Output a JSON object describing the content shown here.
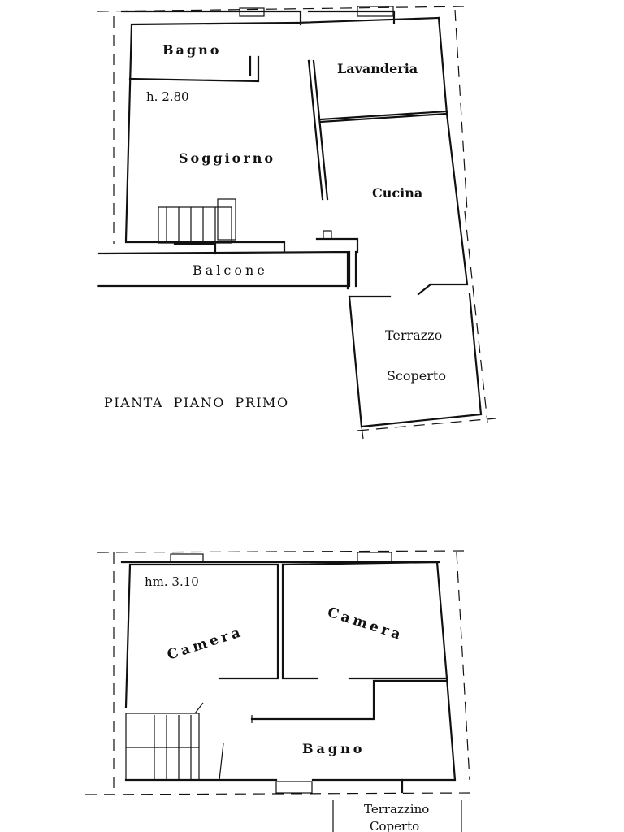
{
  "plan1": {
    "title": "PIANTA PIANO PRIMO",
    "height_note": "h. 2.80",
    "rooms": {
      "bagno": "Bagno",
      "lavanderia": "Lavanderia",
      "soggiorno": "Soggiorno",
      "cucina": "Cucina",
      "balcone": "Balcone",
      "terrazzo_line1": "Terrazzo",
      "terrazzo_line2": "Scoperto"
    }
  },
  "plan2": {
    "height_note": "hm. 3.10",
    "rooms": {
      "camera_left": "Camera",
      "camera_right": "Camera",
      "bagno": "Bagno",
      "terrazzino_line1": "Terrazzino",
      "terrazzino_line2": "Coperto"
    }
  }
}
